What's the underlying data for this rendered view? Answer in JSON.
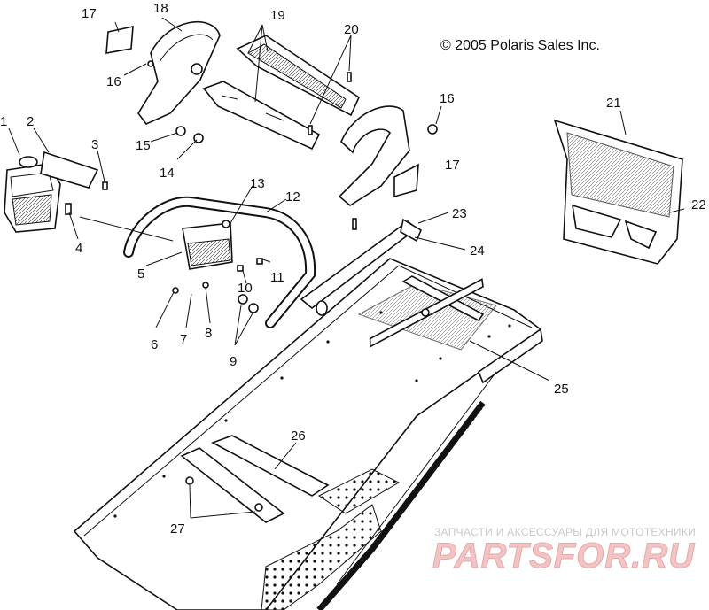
{
  "copyright": "© 2005 Polaris Sales Inc.",
  "watermark": {
    "tagline": "ЗАПЧАСТИ И АКСЕССУАРЫ ДЛЯ МОТОТЕХНИКИ",
    "logo": "PARTSFOR.RU",
    "color": "#e6a9a9"
  },
  "callouts": [
    "1",
    "2",
    "3",
    "4",
    "5",
    "6",
    "7",
    "8",
    "9",
    "10",
    "11",
    "12",
    "13",
    "14",
    "15",
    "16",
    "16",
    "17",
    "17",
    "18",
    "19",
    "20",
    "21",
    "22",
    "23",
    "24",
    "25",
    "26",
    "27"
  ]
}
